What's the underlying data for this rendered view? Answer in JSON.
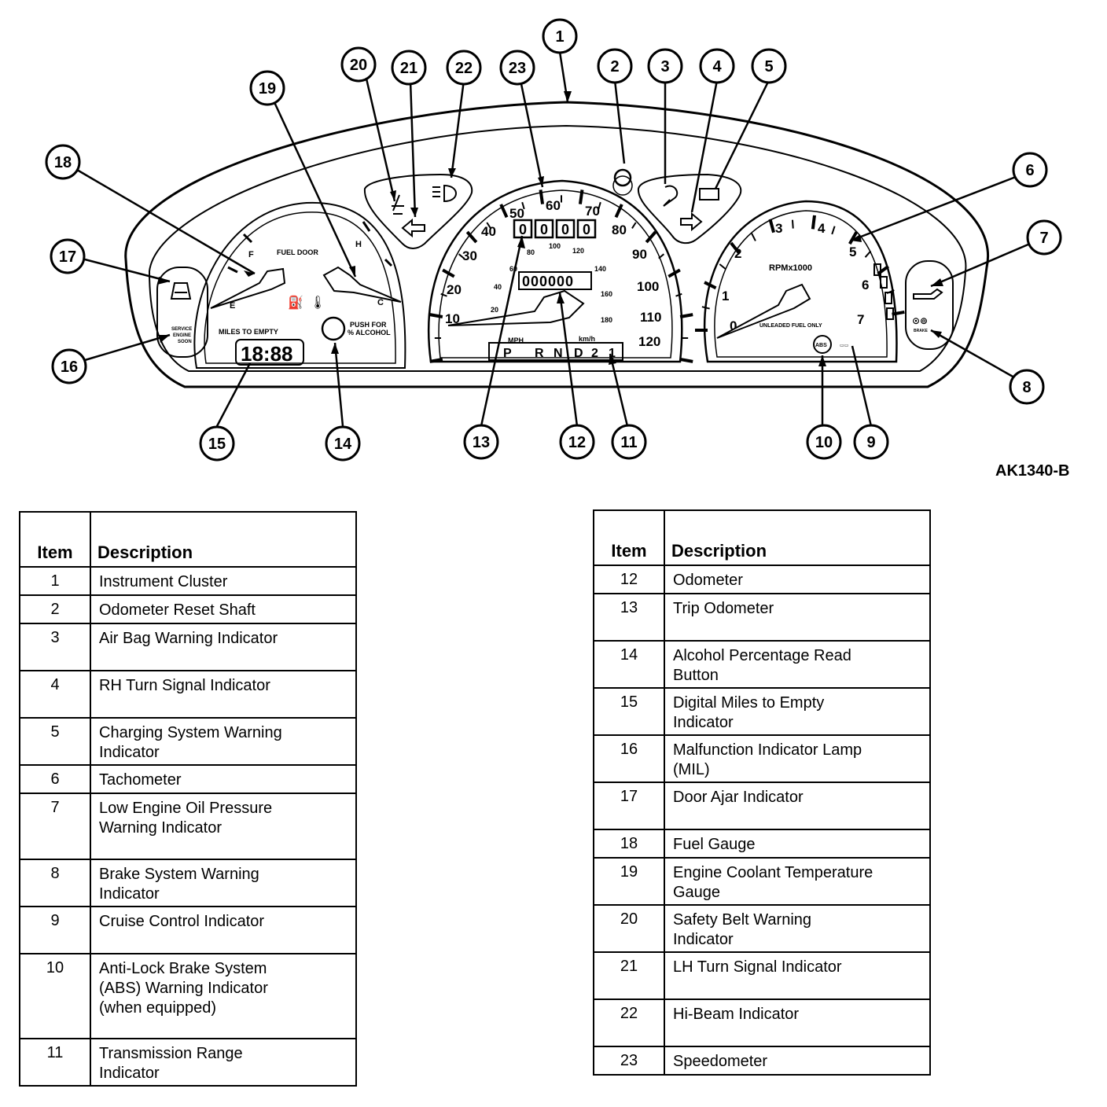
{
  "figure": {
    "id": "AK1340-B",
    "callouts": [
      "1",
      "2",
      "3",
      "4",
      "5",
      "6",
      "7",
      "8",
      "9",
      "10",
      "11",
      "12",
      "13",
      "14",
      "15",
      "16",
      "17",
      "18",
      "19",
      "20",
      "21",
      "22",
      "23"
    ]
  },
  "speedometer": {
    "mph_ticks": [
      "10",
      "20",
      "30",
      "40",
      "50",
      "60",
      "70",
      "80",
      "90",
      "100",
      "110",
      "120"
    ],
    "kmh_ticks": [
      "20",
      "40",
      "60",
      "80",
      "100",
      "120",
      "140",
      "160",
      "180"
    ],
    "mph_label": "MPH",
    "kmh_label": "km/h",
    "trip_digits": [
      "0",
      "0",
      "0",
      "0"
    ],
    "odometer": "000000",
    "prnd": [
      "P",
      "R",
      "N",
      "D",
      "2",
      "1"
    ]
  },
  "tachometer": {
    "ticks": [
      "0",
      "1",
      "2",
      "3",
      "4",
      "5",
      "6",
      "7"
    ],
    "label": "RPMx1000",
    "fuel_note": "UNLEADED FUEL ONLY",
    "abs_label": "ABS",
    "brake_icon_text": "BRAKE"
  },
  "left_gauges": {
    "fuel_f": "F",
    "fuel_e": "E",
    "temp_h": "H",
    "temp_c": "C",
    "fuel_door": "FUEL DOOR",
    "miles_to_empty": "MILES TO EMPTY",
    "mte_display": "18:88",
    "alcohol_button_text": [
      "PUSH FOR",
      "% ALCOHOL"
    ],
    "mil_text": [
      "SERVICE",
      "ENGINE",
      "SOON"
    ]
  },
  "table_headers": {
    "item": "Item",
    "description": "Description"
  },
  "table_left": [
    {
      "item": "1",
      "desc": [
        "Instrument Cluster"
      ]
    },
    {
      "item": "2",
      "desc": [
        "Odometer Reset Shaft"
      ]
    },
    {
      "item": "3",
      "desc": [
        "Air Bag Warning Indicator"
      ]
    },
    {
      "item": "4",
      "desc": [
        "RH Turn Signal Indicator"
      ]
    },
    {
      "item": "5",
      "desc": [
        "Charging System Warning",
        "Indicator"
      ]
    },
    {
      "item": "6",
      "desc": [
        "Tachometer"
      ]
    },
    {
      "item": "7",
      "desc": [
        "Low Engine Oil Pressure",
        "Warning Indicator"
      ]
    },
    {
      "item": "8",
      "desc": [
        "Brake System Warning",
        "Indicator"
      ]
    },
    {
      "item": "9",
      "desc": [
        "Cruise Control Indicator"
      ]
    },
    {
      "item": "10",
      "desc": [
        "Anti-Lock Brake System",
        "(ABS) Warning Indicator",
        "(when equipped)"
      ]
    },
    {
      "item": "11",
      "desc": [
        "Transmission Range",
        "Indicator"
      ]
    }
  ],
  "table_right": [
    {
      "item": "12",
      "desc": [
        "Odometer"
      ]
    },
    {
      "item": "13",
      "desc": [
        "Trip Odometer"
      ]
    },
    {
      "item": "14",
      "desc": [
        "Alcohol Percentage Read",
        "Button"
      ]
    },
    {
      "item": "15",
      "desc": [
        "Digital Miles to Empty",
        "Indicator"
      ]
    },
    {
      "item": "16",
      "desc": [
        "Malfunction Indicator Lamp",
        "(MIL)"
      ]
    },
    {
      "item": "17",
      "desc": [
        "Door Ajar Indicator"
      ]
    },
    {
      "item": "18",
      "desc": [
        "Fuel Gauge"
      ]
    },
    {
      "item": "19",
      "desc": [
        "Engine Coolant Temperature",
        "Gauge"
      ]
    },
    {
      "item": "20",
      "desc": [
        "Safety Belt Warning",
        "Indicator"
      ]
    },
    {
      "item": "21",
      "desc": [
        "LH Turn Signal Indicator"
      ]
    },
    {
      "item": "22",
      "desc": [
        "Hi-Beam Indicator"
      ]
    },
    {
      "item": "23",
      "desc": [
        "Speedometer"
      ]
    }
  ]
}
